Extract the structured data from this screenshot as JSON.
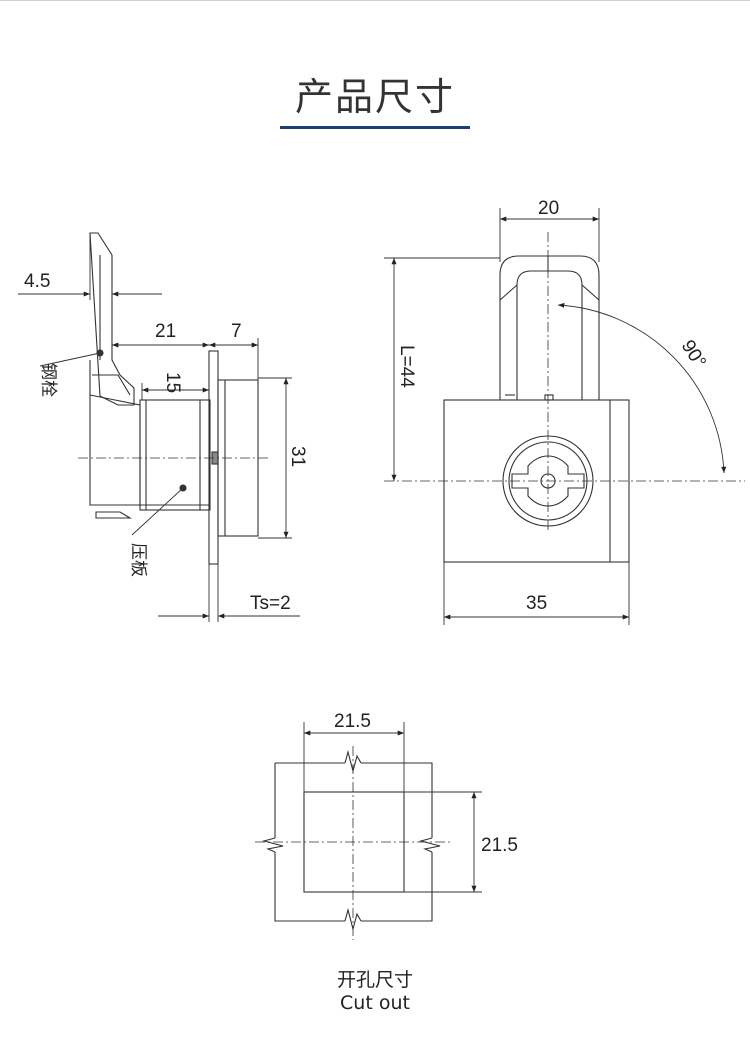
{
  "page": {
    "title": "产品尺寸",
    "accent_color": "#1f3f7a"
  },
  "side_view": {
    "dim_4_5": "4.5",
    "dim_21": "21",
    "dim_7": "7",
    "dim_15": "15",
    "dim_31": "31",
    "dim_ts": "Ts=2",
    "label_steel_bolt": "钢栓",
    "label_pressure_plate": "压板"
  },
  "front_view": {
    "dim_20": "20",
    "dim_length": "L=44",
    "dim_35": "35",
    "angle": "90°"
  },
  "cutout": {
    "dim_width": "21.5",
    "dim_height": "21.5",
    "caption_cn": "开孔尺寸",
    "caption_en": "Cut out"
  }
}
